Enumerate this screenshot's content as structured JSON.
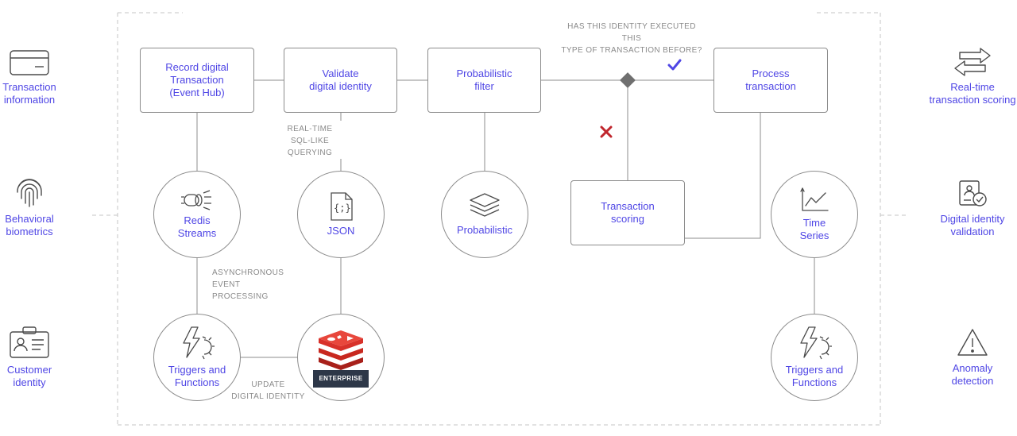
{
  "left_panel": [
    {
      "id": "transaction-information",
      "icon": "credit-card-icon",
      "label": "Transaction\ninformation"
    },
    {
      "id": "behavioral-biometrics",
      "icon": "fingerprint-icon",
      "label": "Behavioral\nbiometrics"
    },
    {
      "id": "customer-identity",
      "icon": "id-badge-icon",
      "label": "Customer\nidentity"
    }
  ],
  "right_panel": [
    {
      "id": "real-time-transaction-scoring",
      "icon": "transfer-arrows-icon",
      "label": "Real-time\ntransaction scoring"
    },
    {
      "id": "digital-identity-validation",
      "icon": "identity-check-icon",
      "label": "Digital identity\nvalidation"
    },
    {
      "id": "anomaly-detection",
      "icon": "warning-triangle-icon",
      "label": "Anomaly\ndetection"
    }
  ],
  "process_boxes": {
    "record": "Record digital\nTransaction\n(Event Hub)",
    "validate": "Validate\ndigital identity",
    "filter": "Probabilistic\nfilter",
    "process": "Process\ntransaction",
    "scoring": "Transaction\nscoring"
  },
  "components": {
    "streams": {
      "label": "Redis\nStreams",
      "icon": "streams-icon"
    },
    "json": {
      "label": "JSON",
      "icon": "json-file-icon"
    },
    "probabilistic": {
      "label": "Probabilistic",
      "icon": "layers-icon"
    },
    "timeseries": {
      "label": "Time\nSeries",
      "icon": "line-chart-icon"
    },
    "triggers_left": {
      "label": "Triggers and\nFunctions",
      "icon": "lightning-gear-icon"
    },
    "triggers_right": {
      "label": "Triggers and\nFunctions",
      "icon": "lightning-gear-icon"
    },
    "enterprise": {
      "badge": "ENTERPRISE",
      "icon": "redis-logo-icon"
    }
  },
  "annotations": {
    "decision_question": "HAS THIS IDENTITY EXECUTED THIS\nTYPE OF TRANSACTION BEFORE?",
    "sql": "REAL-TIME\nSQL-LIKE\nQUERYING",
    "async": "ASYNCHRONOUS\nEVENT\nPROCESSING",
    "update": "UPDATE\nDIGITAL IDENTITY"
  },
  "decision_marks": {
    "yes_icon": "check-mark-icon",
    "no_icon": "cross-mark-icon"
  },
  "colors": {
    "accent": "#4f46e5",
    "line": "#8c8c8c",
    "note": "#8a8a8a",
    "check": "#4f46e5",
    "cross": "#c0262d",
    "redis_red": "#d8312a",
    "badge_bg": "#2d3748"
  }
}
